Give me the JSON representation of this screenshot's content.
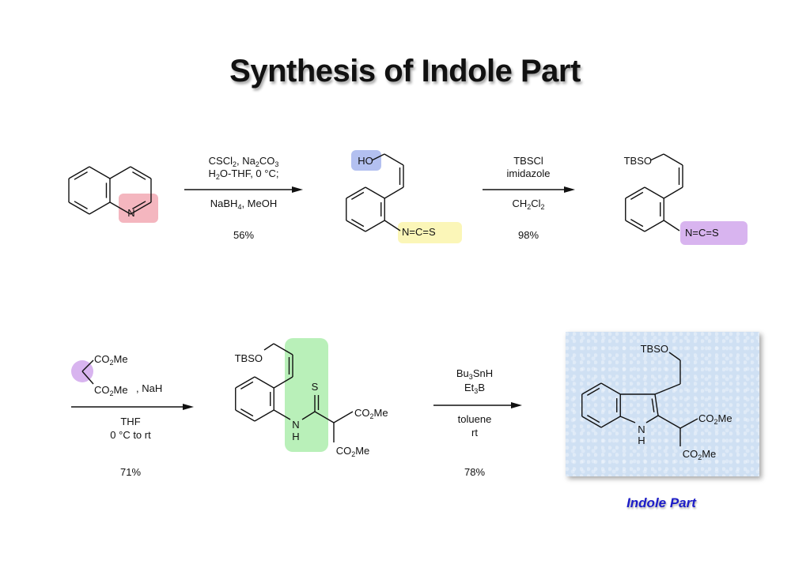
{
  "title": "Synthesis of Indole Part",
  "colors": {
    "pink": "#f4b6bf",
    "blue": "#b3c0f0",
    "yellow": "#fbf6b8",
    "purple": "#d8b4ef",
    "green": "#b9f0b9",
    "product_bg": "#cfe0f3",
    "caption": "#1d1dc8"
  },
  "step1": {
    "above1": "CSCl2, Na2CO3",
    "above2": "H2O-THF, 0 °C;",
    "below": "NaBH4, MeOH",
    "yield": "56%"
  },
  "step2": {
    "above1": "TBSCl",
    "above2": "imidazole",
    "below": "CH2Cl2",
    "yield": "98%"
  },
  "step3": {
    "reagent_ester1": "CO2Me",
    "reagent_ester2": "CO2Me",
    "reagent_base": ", NaH",
    "below1": "THF",
    "below2": "0 °C to rt",
    "yield": "71%"
  },
  "step4": {
    "above1": "Bu3SnH",
    "above2": "Et3B",
    "below1": "toluene",
    "below2": "rt",
    "yield": "78%"
  },
  "compounds": {
    "quinoline": {
      "n": "N"
    },
    "isothiocyanate_alcohol": {
      "ho": "HO",
      "ncs": "N=C=S"
    },
    "isothiocyanate_tbs": {
      "tbso": "TBSO",
      "ncs": "N=C=S"
    },
    "thioamide": {
      "tbso": "TBSO",
      "n": "N",
      "h": "H",
      "s": "S",
      "ester1": "CO2Me",
      "ester2": "CO2Me"
    },
    "indole": {
      "tbso": "TBSO",
      "n": "N",
      "h": "H",
      "ester1": "CO2Me",
      "ester2": "CO2Me"
    }
  },
  "caption": "Indole Part"
}
